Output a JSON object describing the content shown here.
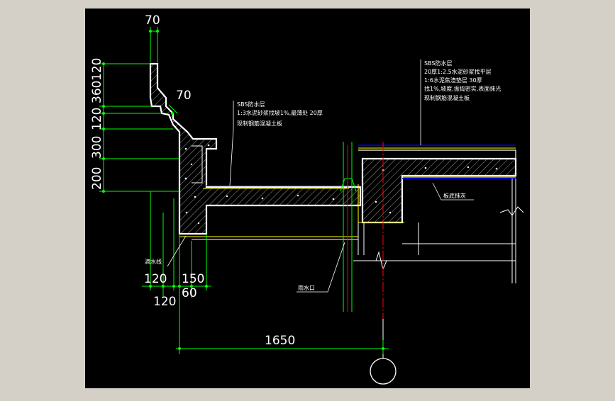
{
  "colors": {
    "window_background": "#d4d0c8",
    "drawing_background": "#000000",
    "outline": "#ffffff",
    "dimension_line": "#00ff00",
    "center_line": "#ff0000",
    "yellow_line": "#ffff00",
    "blue_line": "#0000ff",
    "hatch": "#ffffff"
  },
  "dimensions": {
    "top_width": "70",
    "slope_70": "70",
    "v_360": "360",
    "v_120_top": "120",
    "v_120": "120",
    "v_300": "300",
    "v_200": "200",
    "bottom_120_a": "120",
    "bottom_150": "150",
    "bottom_120_b": "120",
    "bottom_60": "60",
    "span_1650": "1650"
  },
  "notes": {
    "left": [
      "SBS防水层",
      "1:3水泥砂浆找坡1%,最薄处 20厚",
      "现制钢筋混凝土板"
    ],
    "right": [
      "SBS防水层",
      "20厚1:2.5水泥砂浆找平层",
      "1:6水泥焦渣垫层 30厚",
      "找1%,坡度,振捣密实,表面抹光",
      "现制钢筋混凝土板"
    ],
    "ceiling": "板底抹灰",
    "drip": "滴水线",
    "drain": "雨水口"
  },
  "icons": {
    "axis_bubble": "axis-circle",
    "break_mark": "break-line-symbol"
  }
}
